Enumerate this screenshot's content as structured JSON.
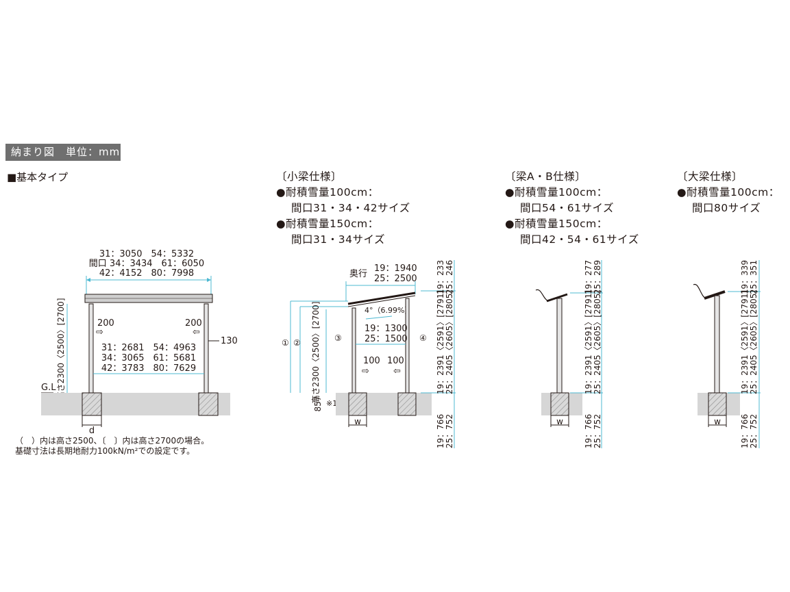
{
  "header": {
    "title": "納まり図　単位：mm"
  },
  "basic": {
    "heading": "■基本タイプ",
    "span_lines": [
      "31：3050　54：5332",
      "間口 34：3434　61：6050",
      "42：4152　80：7998"
    ],
    "inner_lines": [
      "31：2681　54：4963",
      "34：3065　61：5681",
      "42：3783　80：7629"
    ],
    "offset_left": "200",
    "offset_right": "200",
    "eave": "130",
    "height": "高さ2300〈2500〉[2700]",
    "ground": "G.L",
    "footing": "d",
    "notes": [
      "（　）内は高さ2500、〔　〕内は高さ2700の場合。",
      "基礎寸法は長期地耐力100kN/m²での設定です。"
    ]
  },
  "small_beam": {
    "heading": "〔小梁仕様〕",
    "spec_lines": [
      "●耐積雪量100cm：",
      "間口31・34・42サイズ",
      "●耐積雪量150cm：",
      "間口31・34サイズ"
    ],
    "depth_label": "奥行",
    "depth_lines": [
      "19：1940",
      "25：2500"
    ],
    "angle": "4°（6.99%）",
    "post_lines": [
      "19：1300",
      "25：1500"
    ],
    "offset_left": "100",
    "offset_right": "100",
    "height": "高さ2300〈2500〉[2700]",
    "depth_857": "857",
    "note_mark": "※1",
    "circle1": "①",
    "circle2": "②",
    "circle3": "③",
    "circle4": "④",
    "footing": "w",
    "top_dims": [
      "19：233",
      "25：246"
    ],
    "mid_dims_a": [
      "19：2391〈2591〉[2791]",
      "25：2405〈2605〉[2805]"
    ],
    "bottom_dims": [
      "19：766",
      "25：752"
    ]
  },
  "beam_ab": {
    "heading": "〔梁A・B仕様〕",
    "spec_lines": [
      "●耐積雪量100cm：",
      "間口54・61サイズ",
      "●耐積雪量150cm：",
      "間口42・54・61サイズ"
    ],
    "top_dims": [
      "19：277",
      "25：289"
    ],
    "mid_dims_a": [
      "19：2391〈2591〉[2791]",
      "25：2405〈2605〉[2805]"
    ],
    "bottom_dims": [
      "19：766",
      "25：752"
    ],
    "footing": "w"
  },
  "big_beam": {
    "heading": "〔大梁仕様〕",
    "spec_lines": [
      "●耐積雪量100cm：",
      "間口80サイズ"
    ],
    "top_dims": [
      "19：339",
      "25：351"
    ],
    "mid_dims_a": [
      "19：2391〈2591〉[2791]",
      "25：2405〈2605〉[2805]"
    ],
    "bottom_dims": [
      "19：766",
      "25：752"
    ],
    "footing": "w"
  }
}
